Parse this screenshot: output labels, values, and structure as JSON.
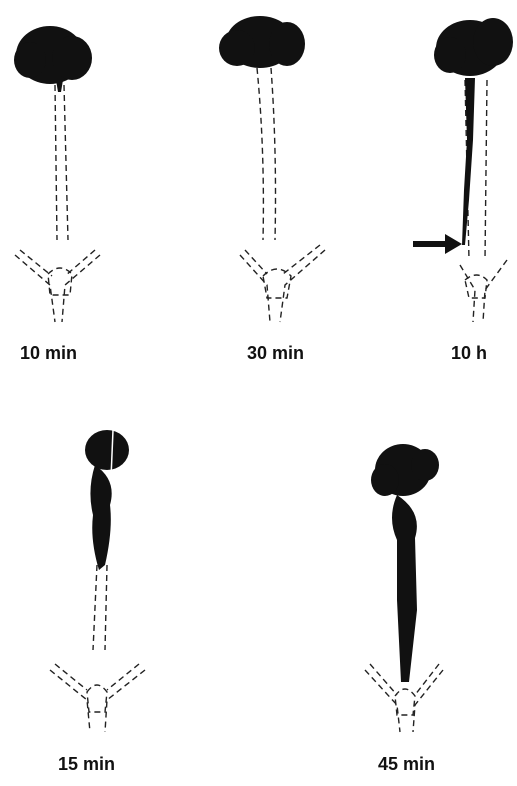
{
  "figure": {
    "panels": [
      {
        "id": "p1",
        "time_label": "10 min",
        "has_arrow": false
      },
      {
        "id": "p2",
        "time_label": "30 min",
        "has_arrow": false
      },
      {
        "id": "p3",
        "time_label": "10 h",
        "has_arrow": true
      },
      {
        "id": "p4",
        "time_label": "15 min",
        "has_arrow": false
      },
      {
        "id": "p5",
        "time_label": "45 min",
        "has_arrow": false
      }
    ]
  },
  "colors": {
    "ink": "#111111",
    "outline": "#222222",
    "background": "#ffffff"
  }
}
